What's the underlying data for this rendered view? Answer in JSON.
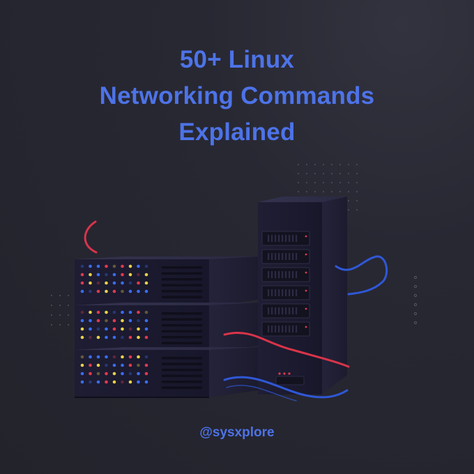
{
  "title": {
    "line1": "50+ Linux",
    "line2": "Networking Commands",
    "line3": "Explained"
  },
  "handle": "@sysxplore",
  "colors": {
    "background": "#25252f",
    "accent": "#4d73e8",
    "server_face": "#1b1a2e",
    "wave_red": "#d9344a",
    "wave_blue": "#2f58d6",
    "led_blue": "#3a6df0",
    "led_red": "#e03a4f",
    "led_yellow": "#e8d24a"
  },
  "illustration": {
    "stacked_servers": 3,
    "tower_bays": 6
  }
}
